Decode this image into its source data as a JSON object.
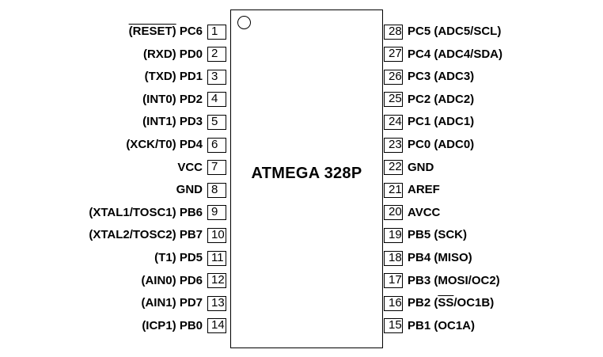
{
  "chip": {
    "name": "ATMEGA 328P"
  },
  "left_pins": [
    {
      "num": "1",
      "label": "PC6",
      "overline_part": "(RESET)"
    },
    {
      "num": "2",
      "label": "(RXD) PD0"
    },
    {
      "num": "3",
      "label": "(TXD) PD1"
    },
    {
      "num": "4",
      "label": "(INT0) PD2"
    },
    {
      "num": "5",
      "label": "(INT1) PD3"
    },
    {
      "num": "6",
      "label": "(XCK/T0) PD4"
    },
    {
      "num": "7",
      "label": "VCC"
    },
    {
      "num": "8",
      "label": "GND"
    },
    {
      "num": "9",
      "label": "(XTAL1/TOSC1) PB6"
    },
    {
      "num": "10",
      "label": "(XTAL2/TOSC2) PB7"
    },
    {
      "num": "11",
      "label": "(T1) PD5"
    },
    {
      "num": "12",
      "label": "(AIN0) PD6"
    },
    {
      "num": "13",
      "label": "(AIN1) PD7"
    },
    {
      "num": "14",
      "label": "(ICP1) PB0"
    }
  ],
  "right_pins": [
    {
      "num": "28",
      "label": "PC5 (ADC5/SCL)"
    },
    {
      "num": "27",
      "label": "PC4 (ADC4/SDA)"
    },
    {
      "num": "26",
      "label": "PC3 (ADC3)"
    },
    {
      "num": "25",
      "label": "PC2 (ADC2)"
    },
    {
      "num": "24",
      "label": "PC1 (ADC1)"
    },
    {
      "num": "23",
      "label": "PC0 (ADC0)"
    },
    {
      "num": "22",
      "label": "GND"
    },
    {
      "num": "21",
      "label": "AREF"
    },
    {
      "num": "20",
      "label": "AVCC"
    },
    {
      "num": "19",
      "label": "PB5 (SCK)"
    },
    {
      "num": "18",
      "label": "PB4 (MISO)"
    },
    {
      "num": "17",
      "label": "PB3 (MOSI/OC2)"
    },
    {
      "num": "16",
      "label_pre": "PB2 (",
      "overline_part": "SS",
      "label_post": "/OC1B)"
    },
    {
      "num": "15",
      "label": "PB1 (OC1A)"
    }
  ]
}
